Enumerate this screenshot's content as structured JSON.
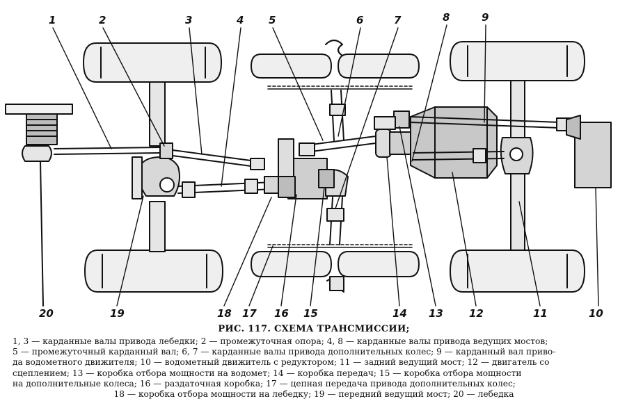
{
  "figure": {
    "title": "РИС. 117. СХЕМА ТРАНСМИССИИ;",
    "caption_lines": [
      "1, 3 — карданные валы привода лебедки; 2 — промежуточная опора; 4, 8 — карданные валы привода ведущих мостов;",
      "5 — промежуточный карданный вал; 6, 7 — карданные валы привода дополнительных колес; 9 — карданный вал приво-",
      "да водометного движителя; 10 — водометный движитель с редуктором; 11 — задний ведущий мост; 12 — двигатель со",
      "сцеплением; 13 — коробка отбора мощности на водомет; 14 — коробка передач; 15 — коробка отбора мощности",
      "на дополнительные колеса; 16 — раздаточная коробка; 17 — цепная передача привода дополнительных колес;",
      "18 — коробка отбора мощности на лебедку; 19 — передний ведущий мост; 20 — лебедка"
    ],
    "labels": {
      "n1": "1",
      "n2": "2",
      "n3": "3",
      "n4": "4",
      "n5": "5",
      "n6": "6",
      "n7": "7",
      "n8": "8",
      "n9": "9",
      "n10": "10",
      "n11": "11",
      "n12": "12",
      "n13": "13",
      "n14": "14",
      "n15": "15",
      "n16": "16",
      "n17": "17",
      "n18": "18",
      "n19": "19",
      "n20": "20"
    }
  }
}
